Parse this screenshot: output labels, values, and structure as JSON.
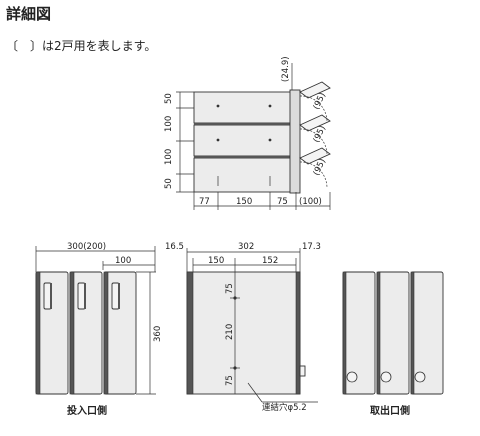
{
  "header": {
    "title": "詳細図",
    "note": "〔　〕は2戸用を表します。"
  },
  "top_view": {
    "dim_top": "(24.9)",
    "left_dims": [
      "50",
      "100",
      "100",
      "50"
    ],
    "bottom_dims": [
      "77",
      "150",
      "75",
      "(100)"
    ],
    "arc_dims": [
      "(95)",
      "(95)",
      "(95)"
    ]
  },
  "front_view": {
    "width": "300(200)",
    "unit_width": "100",
    "height": "360",
    "caption": "投入口側"
  },
  "side_view": {
    "dim_left": "16.5",
    "dim_total": "302",
    "dim_right": "17.3",
    "dim_a": "150",
    "dim_b": "152",
    "v_dims": [
      "75",
      "210",
      "75"
    ],
    "hole_label": "連結穴φ5.2"
  },
  "back_view": {
    "caption": "取出口側"
  }
}
